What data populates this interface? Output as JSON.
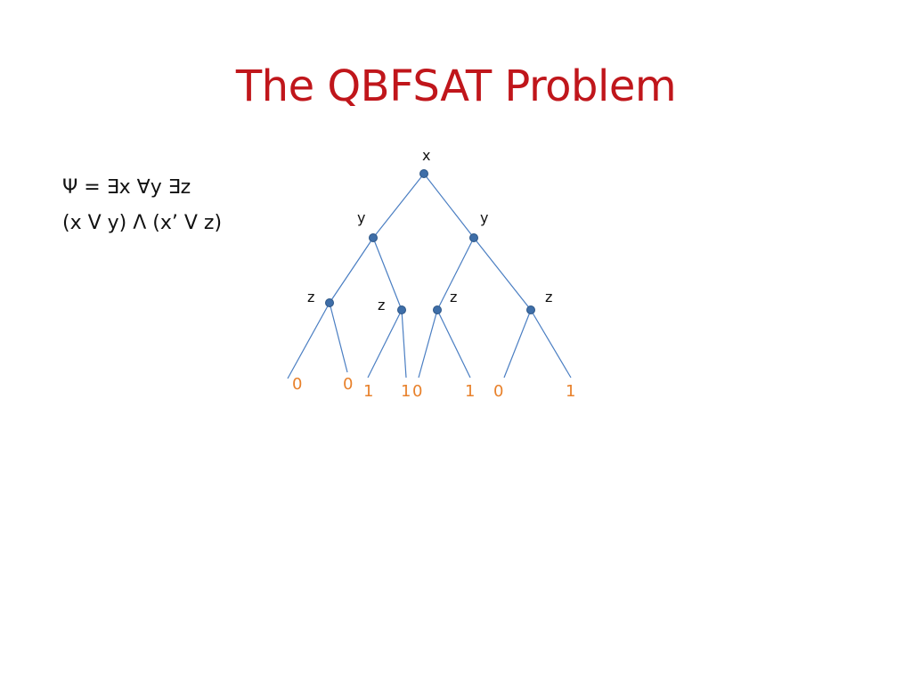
{
  "slide": {
    "title": "The QBFSAT Problem",
    "formula_line1": "Ψ = ∃x ∀y ∃z",
    "formula_line2": "(x V y) Λ (x’ V z)"
  },
  "tree": {
    "colors": {
      "edge": "#4a7ec2",
      "node": "#3e6ea8",
      "leaf_value": "#e8812b"
    },
    "root_label": "x",
    "level_y_labels": [
      "y",
      "y"
    ],
    "level_z_labels": [
      "z",
      "z",
      "z",
      "z"
    ],
    "leaf_values": [
      "0",
      "0",
      "1",
      "1",
      "0",
      "1",
      "0",
      "1"
    ]
  }
}
